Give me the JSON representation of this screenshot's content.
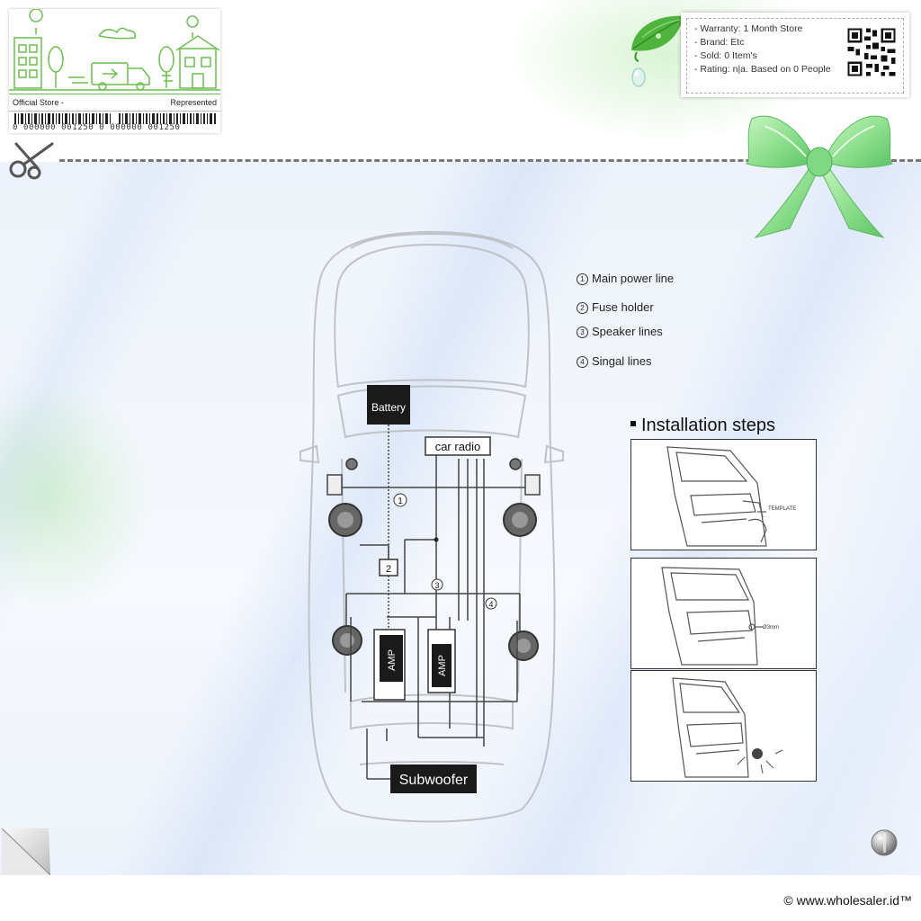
{
  "store": {
    "label": "Official Store -",
    "represented": "Represented",
    "barcode_text": "0 000000 001250 0 000000 001250"
  },
  "info": {
    "warranty": "- Warranty: 1 Month Store",
    "brand": "- Brand: Etc",
    "sold": "- Sold: 0 Item's",
    "rating": "- Rating: n|a. Based on 0 People"
  },
  "legend": [
    {
      "num": "1",
      "label": "Main power line"
    },
    {
      "num": "2",
      "label": "Fuse holder"
    },
    {
      "num": "3",
      "label": "Speaker lines"
    },
    {
      "num": "4",
      "label": "Singal lines"
    }
  ],
  "diagram": {
    "battery": "Battery",
    "car_radio": "car radio",
    "amp1": "AMP",
    "amp2": "AMP",
    "subwoofer": "Subwoofer",
    "n1": "1",
    "n2": "2",
    "n3": "3",
    "n4": "4"
  },
  "steps": {
    "title": "Installation steps",
    "step1_note": "TEMPLATE",
    "step2_note": "Ø3mm"
  },
  "footer": "© www.wholesaler.id™",
  "colors": {
    "accent_green": "#6cbf4f",
    "bow_green": "#8fe08f",
    "panel_blue": "#eef3fb"
  },
  "icons": [
    "scissors-icon",
    "qr-code-icon",
    "leaf-icon",
    "bow-icon",
    "page-curl-icon",
    "pin-icon"
  ]
}
